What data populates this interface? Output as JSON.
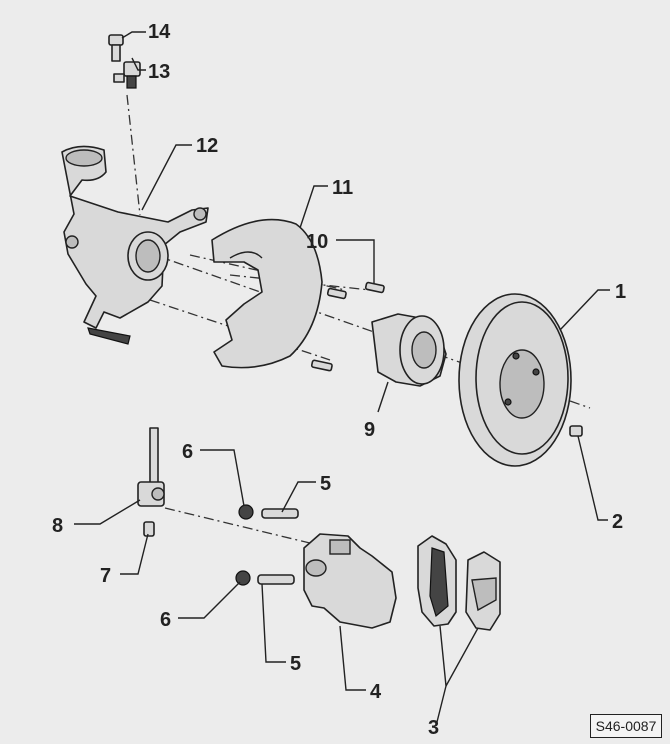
{
  "callouts": {
    "c1": "1",
    "c2": "2",
    "c3": "3",
    "c4": "4",
    "c5a": "5",
    "c5b": "5",
    "c6a": "6",
    "c6b": "6",
    "c7": "7",
    "c8": "8",
    "c9": "9",
    "c10": "10",
    "c11": "11",
    "c12": "12",
    "c13": "13",
    "c14": "14"
  },
  "reference_code": "S46-0087"
}
